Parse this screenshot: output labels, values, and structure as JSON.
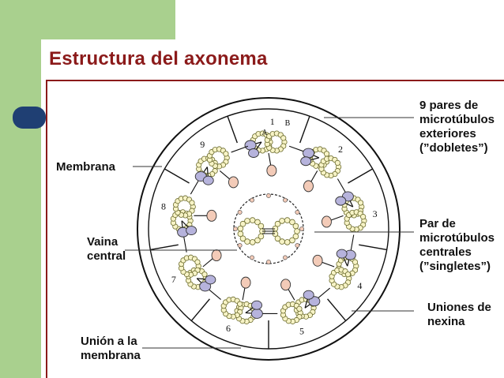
{
  "slide": {
    "title": "Estructura del axonema",
    "colors": {
      "accent": "#8b1a1a",
      "sidebar": "#a9d08e",
      "tab": "#1f3f73"
    }
  },
  "diagram": {
    "labels": {
      "membrane": "Membrana",
      "sheath": [
        "Vaina",
        "central"
      ],
      "link": [
        "Unión a la",
        "membrana"
      ],
      "outer": [
        "9 pares de",
        "microtúbulos",
        "exteriores",
        "(”dobletes”)"
      ],
      "central": [
        "Par de",
        "microtúbulos",
        "centrales",
        "(”singletes”)"
      ],
      "nexin": [
        "Uniones de",
        "nexina"
      ]
    },
    "doublet_numbers": [
      "1",
      "2",
      "3",
      "4",
      "5",
      "6",
      "7",
      "8",
      "9"
    ],
    "subfiber_labels": [
      "A",
      "B"
    ]
  }
}
